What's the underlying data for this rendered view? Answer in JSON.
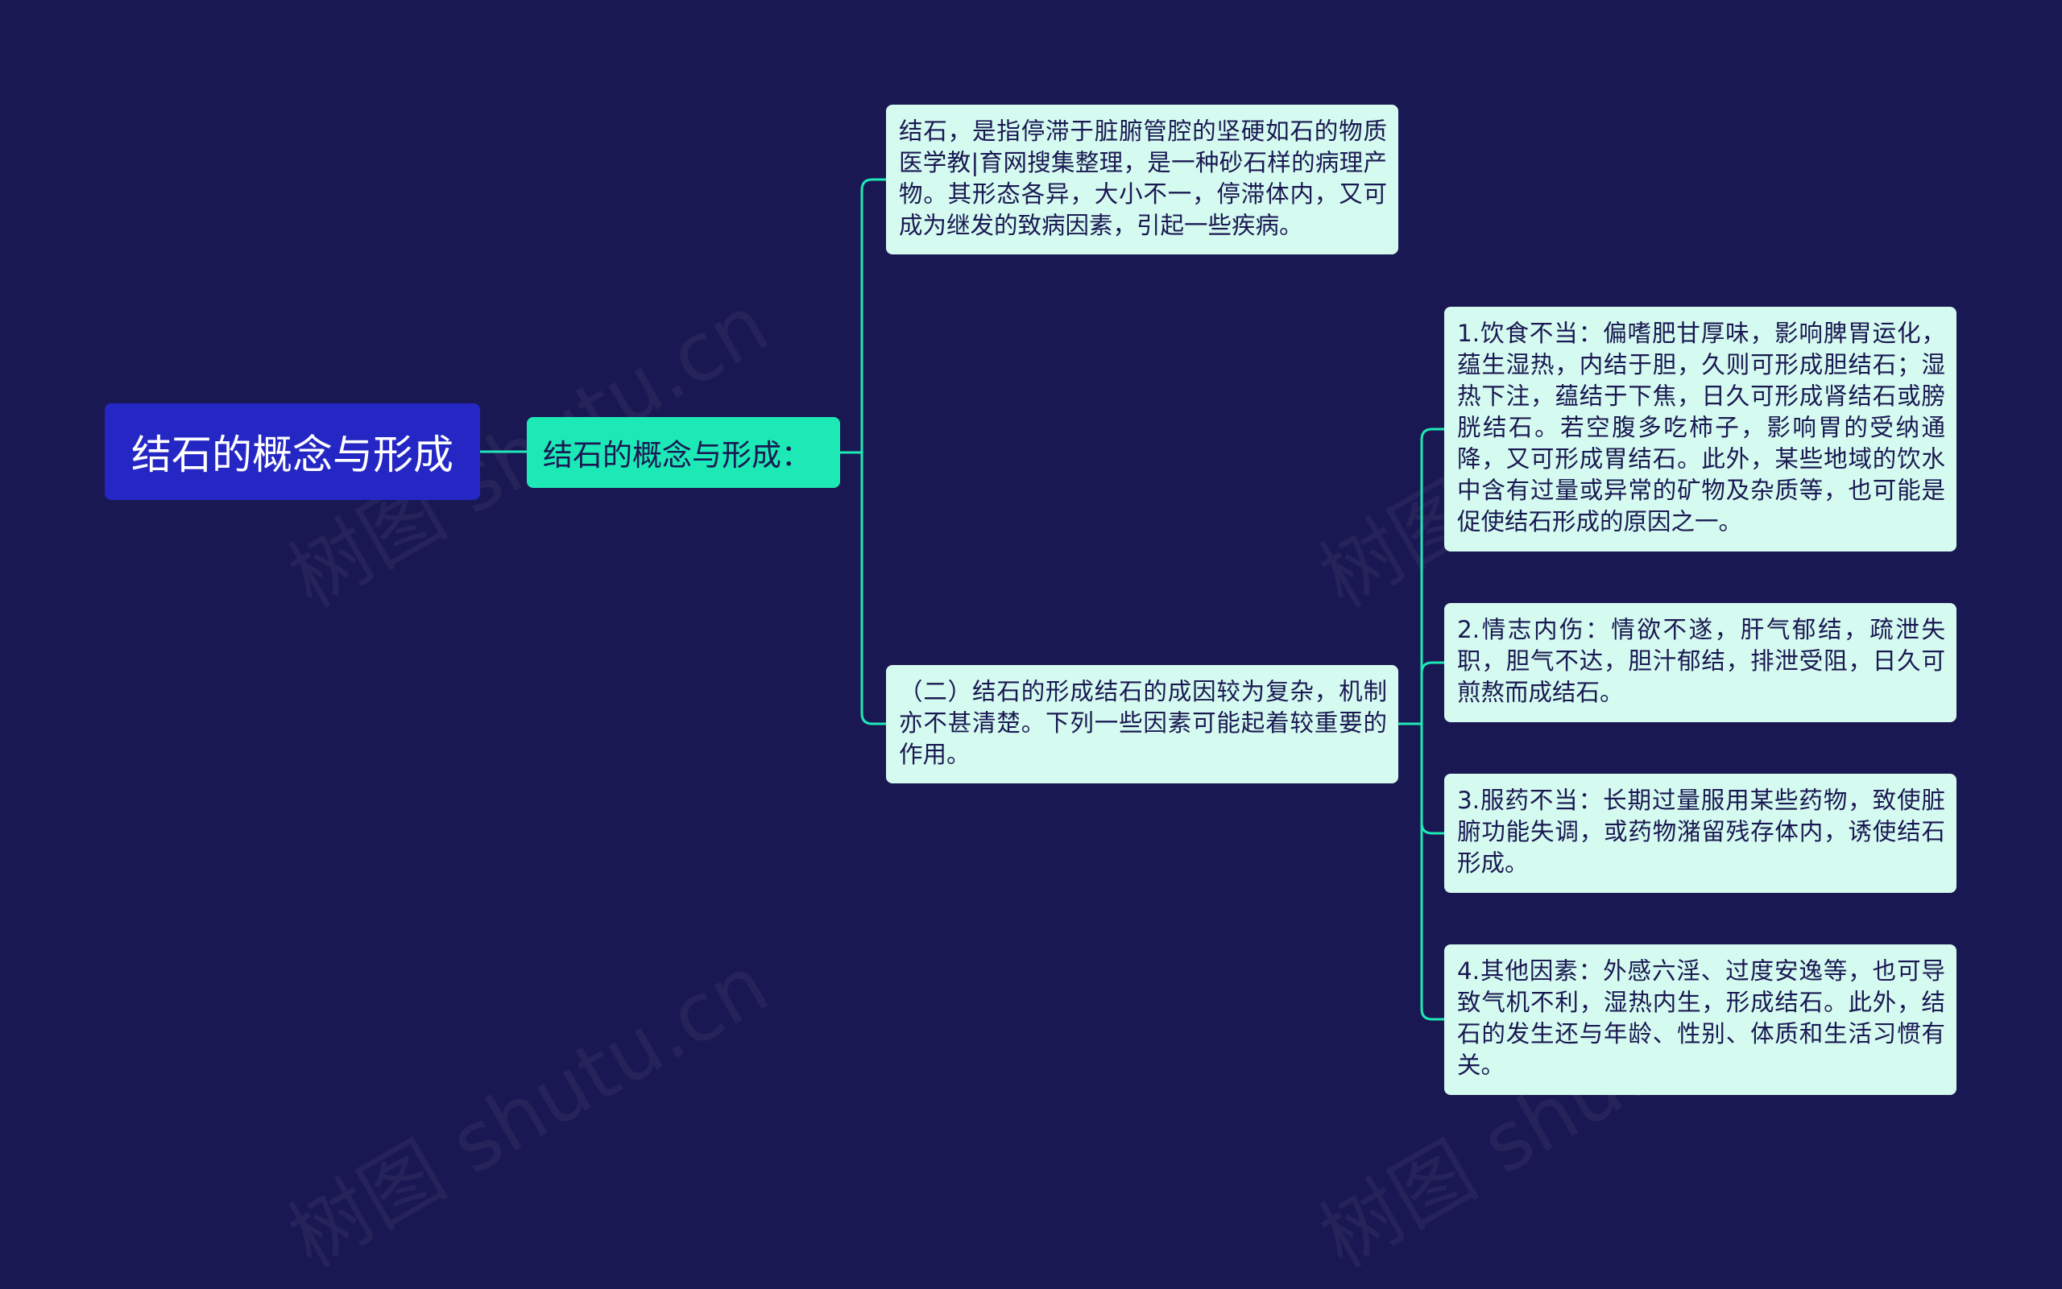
{
  "root": {
    "label": "结石的概念与形成"
  },
  "level1": {
    "label": "结石的概念与形成："
  },
  "definition": {
    "text": "结石，是指停滞于脏腑管腔的坚硬如石的物质医学教|育网搜集整理，是一种砂石样的病理产物。其形态各异，大小不一，停滞体内，又可成为继发的致病因素，引起一些疾病。"
  },
  "formation": {
    "text": "（二）结石的形成结石的成因较为复杂，机制亦不甚清楚。下列一些因素可能起着较重要的作用。",
    "factors": [
      {
        "text": "1.饮食不当：偏嗜肥甘厚味，影响脾胃运化，蕴生湿热，内结于胆，久则可形成胆结石；湿热下注，蕴结于下焦，日久可形成肾结石或膀胱结石。若空腹多吃柿子，影响胃的受纳通降，又可形成胃结石。此外，某些地域的饮水中含有过量或异常的矿物及杂质等，也可能是促使结石形成的原因之一。"
      },
      {
        "text": "2.情志内伤：情欲不遂，肝气郁结，疏泄失职，胆气不达，胆汁郁结，排泄受阻，日久可煎熬而成结石。"
      },
      {
        "text": "3.服药不当：长期过量服用某些药物，致使脏腑功能失调，或药物潴留残存体内，诱使结石形成。"
      },
      {
        "text": "4.其他因素：外感六淫、过度安逸等，也可导致气机不利，湿热内生，形成结石。此外，结石的发生还与年龄、性别、体质和生活习惯有关。"
      }
    ]
  },
  "watermark": "树图 shutu.cn",
  "colors": {
    "background": "#1a1852",
    "root": "#2427c4",
    "level1": "#1de9b6",
    "leaf": "#d5fbf0",
    "connector": "#1de9b6"
  }
}
